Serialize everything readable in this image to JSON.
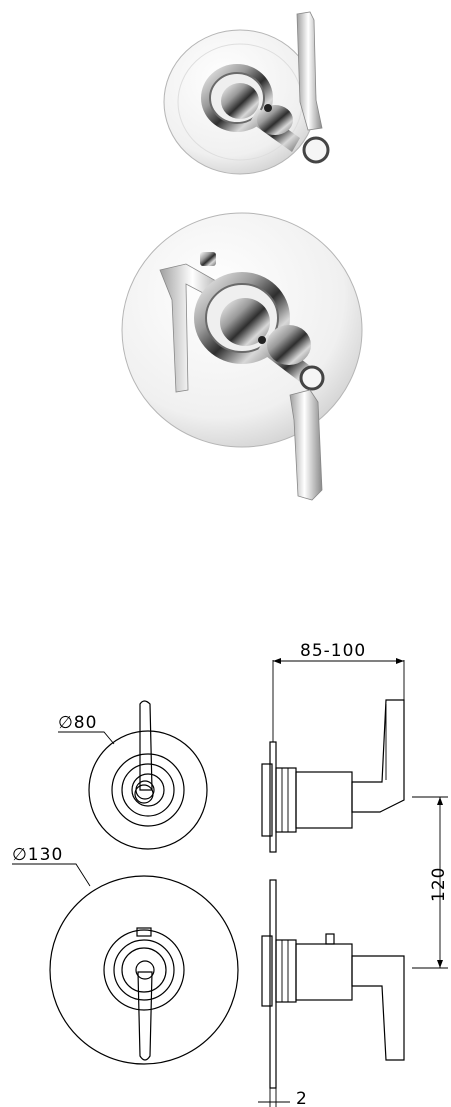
{
  "dimensions": {
    "diameter_small": "∅80",
    "diameter_large": "∅130",
    "depth": "85-100",
    "spacing": "120",
    "plate_thickness": "2"
  },
  "colors": {
    "chrome_light": "#f4f4f4",
    "chrome_mid": "#bdbdbd",
    "chrome_dark": "#3a3a3a",
    "line": "#000000"
  }
}
